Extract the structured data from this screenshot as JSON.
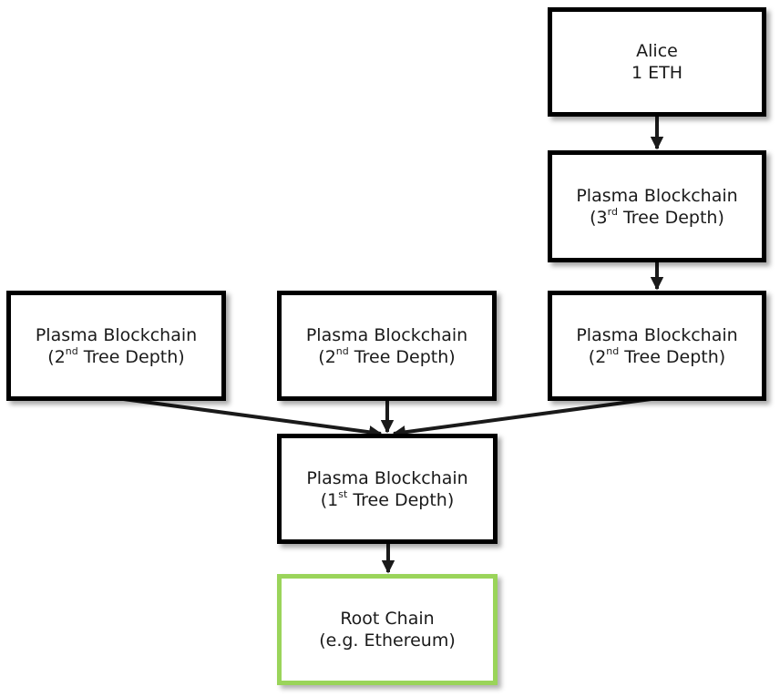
{
  "diagram": {
    "nodes": [
      {
        "id": "alice",
        "lines": [
          {
            "text": "Alice"
          },
          {
            "text": "1 ETH"
          }
        ]
      },
      {
        "id": "plasma-depth-3",
        "lines": [
          {
            "text": "Plasma Blockchain"
          },
          {
            "pre": "(3",
            "sup": "rd",
            "post": " Tree Depth)"
          }
        ]
      },
      {
        "id": "plasma-depth-2-a",
        "lines": [
          {
            "text": "Plasma Blockchain"
          },
          {
            "pre": "(2",
            "sup": "nd",
            "post": " Tree Depth)"
          }
        ]
      },
      {
        "id": "plasma-depth-2-b",
        "lines": [
          {
            "text": "Plasma Blockchain"
          },
          {
            "pre": "(2",
            "sup": "nd",
            "post": " Tree Depth)"
          }
        ]
      },
      {
        "id": "plasma-depth-2-c",
        "lines": [
          {
            "text": "Plasma Blockchain"
          },
          {
            "pre": "(2",
            "sup": "nd",
            "post": " Tree Depth)"
          }
        ]
      },
      {
        "id": "plasma-depth-1",
        "lines": [
          {
            "text": "Plasma Blockchain"
          },
          {
            "pre": "(1",
            "sup": "st",
            "post": " Tree Depth)"
          }
        ]
      },
      {
        "id": "root-chain",
        "lines": [
          {
            "text": "Root Chain"
          },
          {
            "text": "(e.g. Ethereum)"
          }
        ]
      }
    ],
    "edges": [
      {
        "from": "alice",
        "to": "plasma-depth-3"
      },
      {
        "from": "plasma-depth-3",
        "to": "plasma-depth-2-c"
      },
      {
        "from": "plasma-depth-2-a",
        "to": "plasma-depth-1"
      },
      {
        "from": "plasma-depth-2-b",
        "to": "plasma-depth-1"
      },
      {
        "from": "plasma-depth-2-c",
        "to": "plasma-depth-1"
      },
      {
        "from": "plasma-depth-1",
        "to": "root-chain"
      }
    ],
    "colors": {
      "node_border": "#000000",
      "root_border": "#9ad45a",
      "arrow": "#1a1a1a"
    }
  }
}
